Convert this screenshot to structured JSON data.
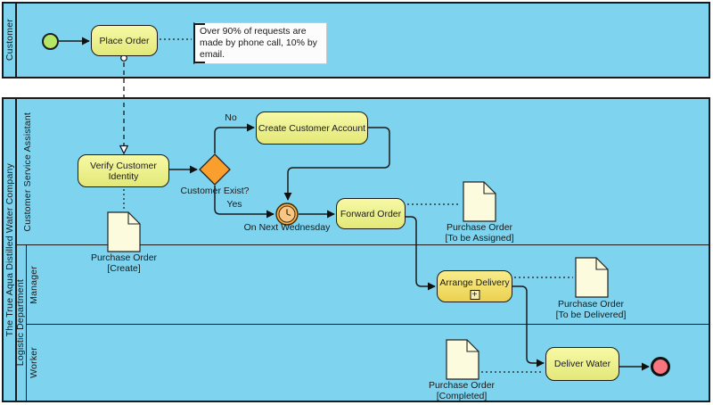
{
  "colors": {
    "pool_bg": "#7ED3EE",
    "line": "#1A1A1A",
    "task_fill_top": "#F7F9A5",
    "task_fill_bottom": "#E3E878",
    "subprocess_fill_top": "#F8EC8C",
    "subprocess_fill_bottom": "#EBD14E",
    "gateway_fill": "#FA9E2D",
    "timer_fill": "#F6AC4F",
    "timer_inner_fill": "#F9C685",
    "start_fill": "#B3E765",
    "end_fill": "#F8747E",
    "document_fill": "#FDFBDE"
  },
  "pools": [
    {
      "label": "Customer"
    },
    {
      "label": "The True Aqua Distilled Water Company",
      "lanes": [
        {
          "label": "Customer Service Assistant"
        },
        {
          "label": "Logistic Department",
          "sublanes": [
            {
              "label": "Manager"
            },
            {
              "label": "Worker"
            }
          ]
        }
      ]
    }
  ],
  "tasks": {
    "place_order": {
      "label": "Place Order"
    },
    "verify_identity": {
      "label": "Verify Customer Identity"
    },
    "create_account": {
      "label": "Create Customer Account"
    },
    "forward_order": {
      "label": "Forward Order"
    },
    "arrange_delivery": {
      "label": "Arrange Delivery"
    },
    "deliver_water": {
      "label": "Deliver Water"
    }
  },
  "gateway": {
    "label": "Customer Exist?"
  },
  "flow_labels": {
    "yes": "Yes",
    "no": "No"
  },
  "timer_event": {
    "label": "On Next Wednesday"
  },
  "annotation": {
    "text": "Over 90% of requests are made by phone call, 10% by email."
  },
  "documents": {
    "create": {
      "title": "Purchase Order",
      "state": "[Create]"
    },
    "to_be_assigned": {
      "title": "Purchase Order",
      "state": "[To be Assigned]"
    },
    "to_be_delivered": {
      "title": "Purchase Order",
      "state": "[To be Delivered]"
    },
    "completed": {
      "title": "Purchase Order",
      "state": "[Completed]"
    }
  },
  "icons": {
    "subprocess_marker": "+"
  }
}
